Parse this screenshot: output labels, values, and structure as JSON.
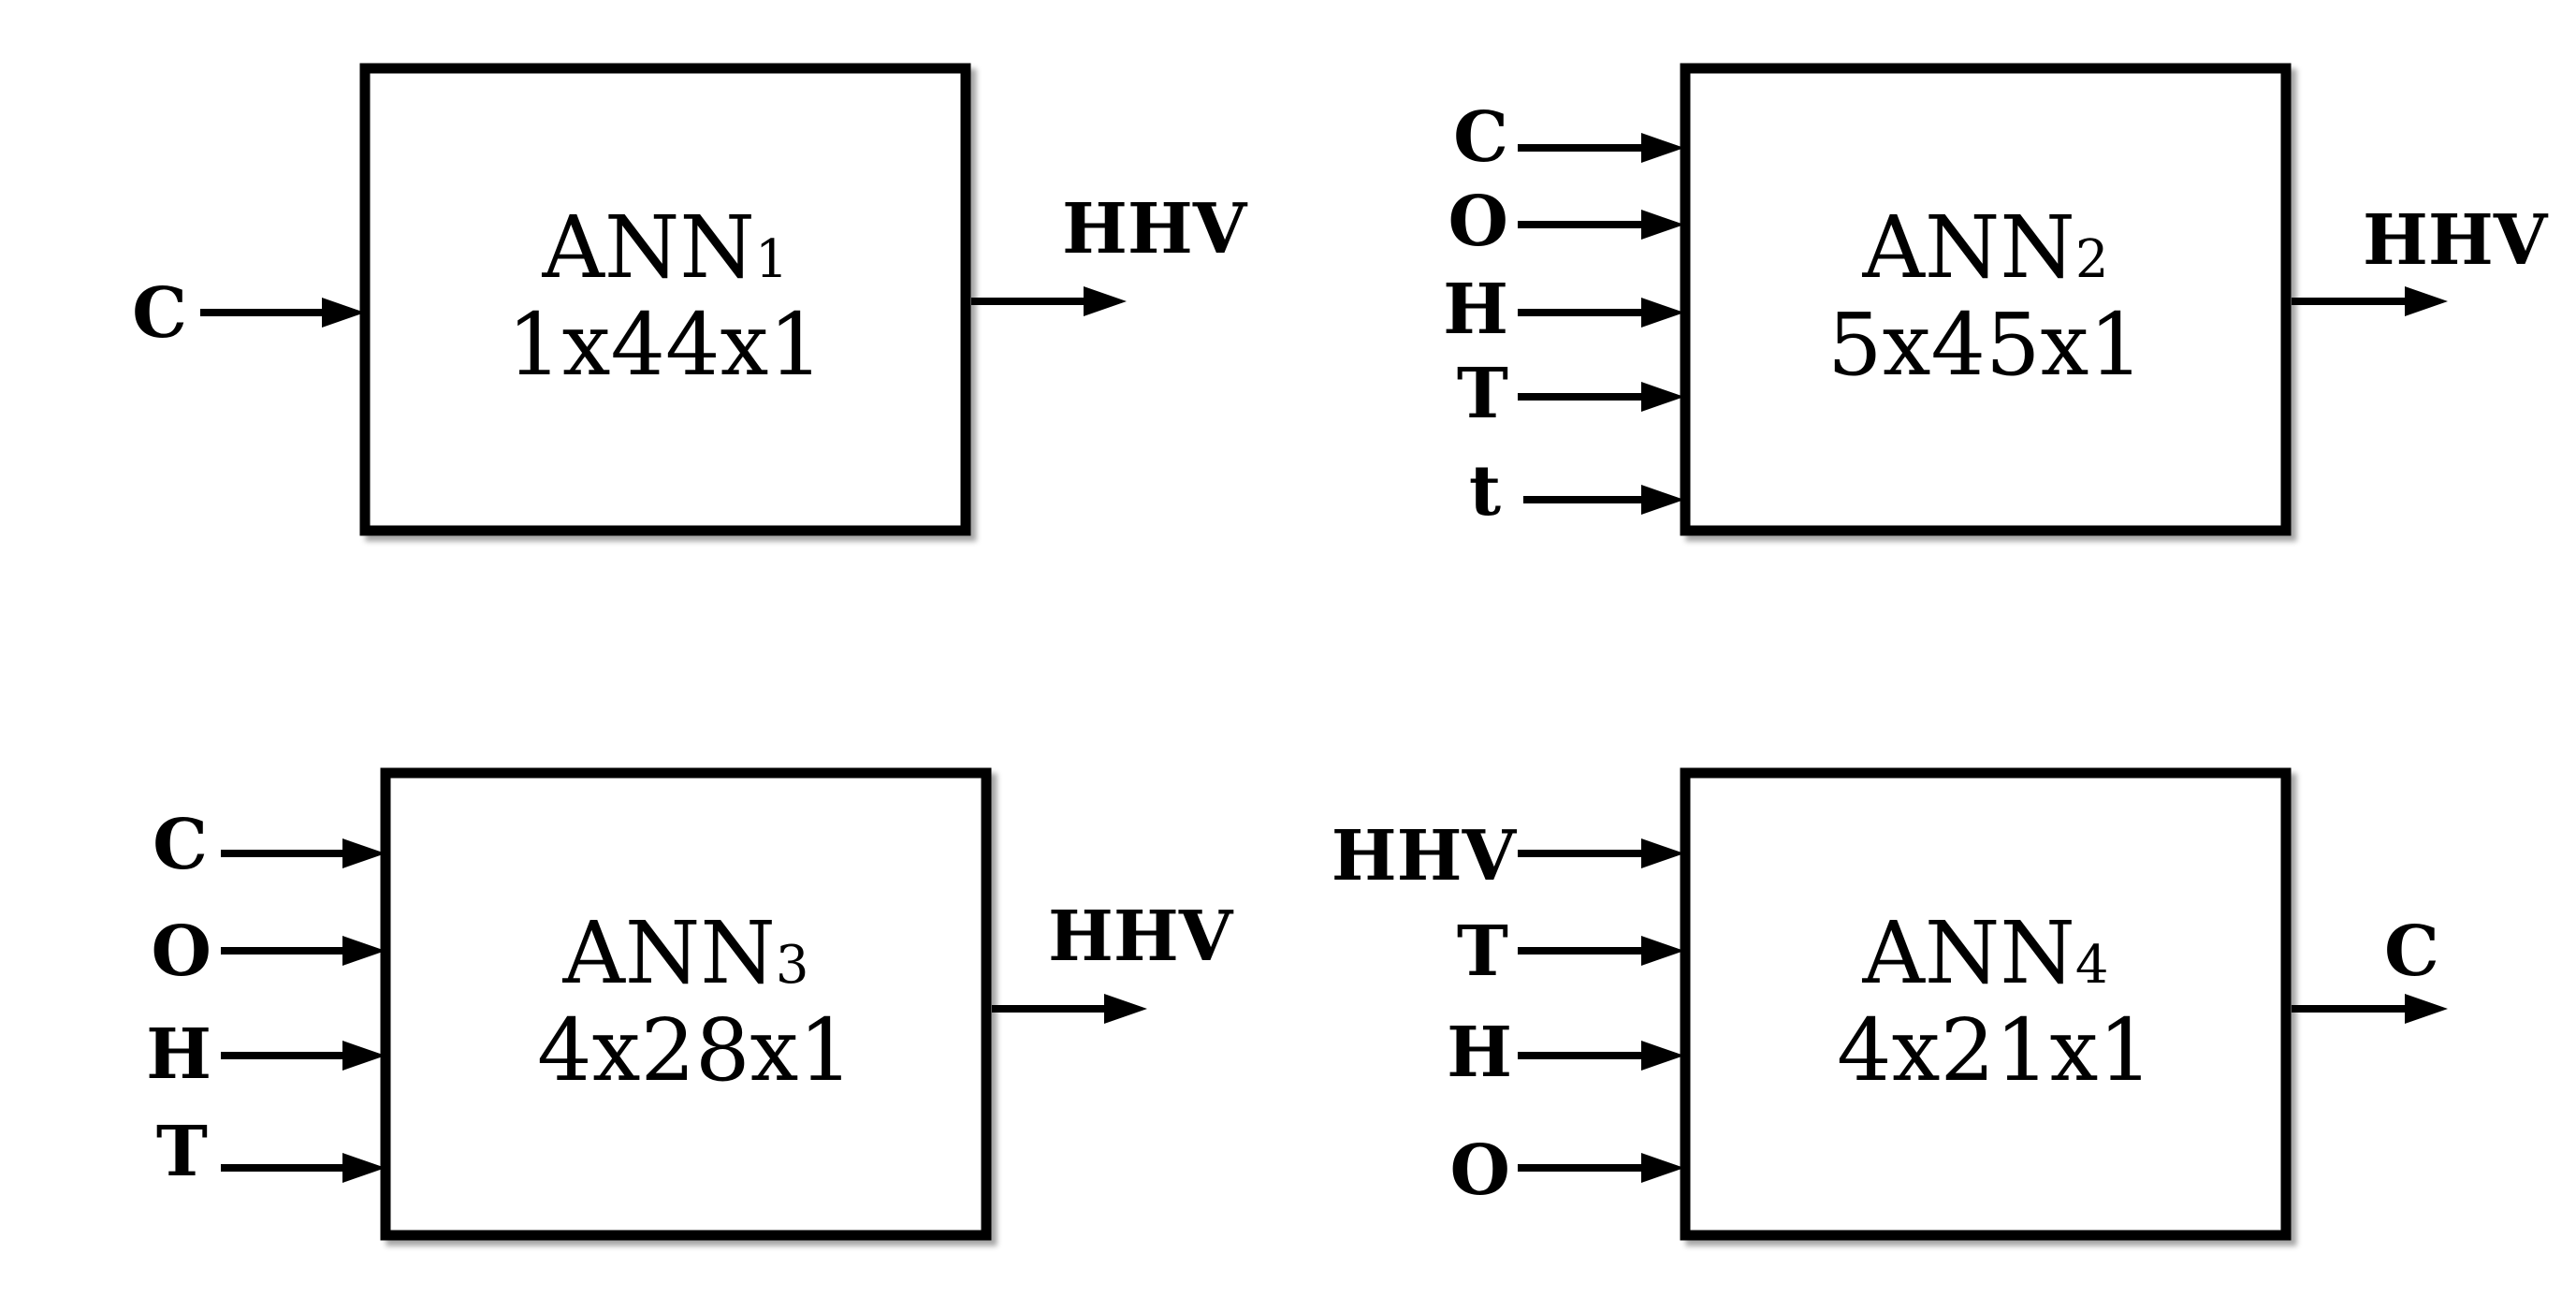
{
  "networks": [
    {
      "name": "ANN",
      "subscript": "1",
      "architecture": "1x44x1",
      "inputs": [
        "C"
      ],
      "output": "HHV"
    },
    {
      "name": "ANN",
      "subscript": "2",
      "architecture": "5x45x1",
      "inputs": [
        "C",
        "O",
        "H",
        "T",
        "t"
      ],
      "output": "HHV"
    },
    {
      "name": "ANN",
      "subscript": "3",
      "architecture": "4x28x1",
      "inputs": [
        "C",
        "O",
        "H",
        "T"
      ],
      "output": "HHV"
    },
    {
      "name": "ANN",
      "subscript": "4",
      "architecture": "4x21x1",
      "inputs": [
        "HHV",
        "T",
        "H",
        "O"
      ],
      "output": "C"
    }
  ]
}
